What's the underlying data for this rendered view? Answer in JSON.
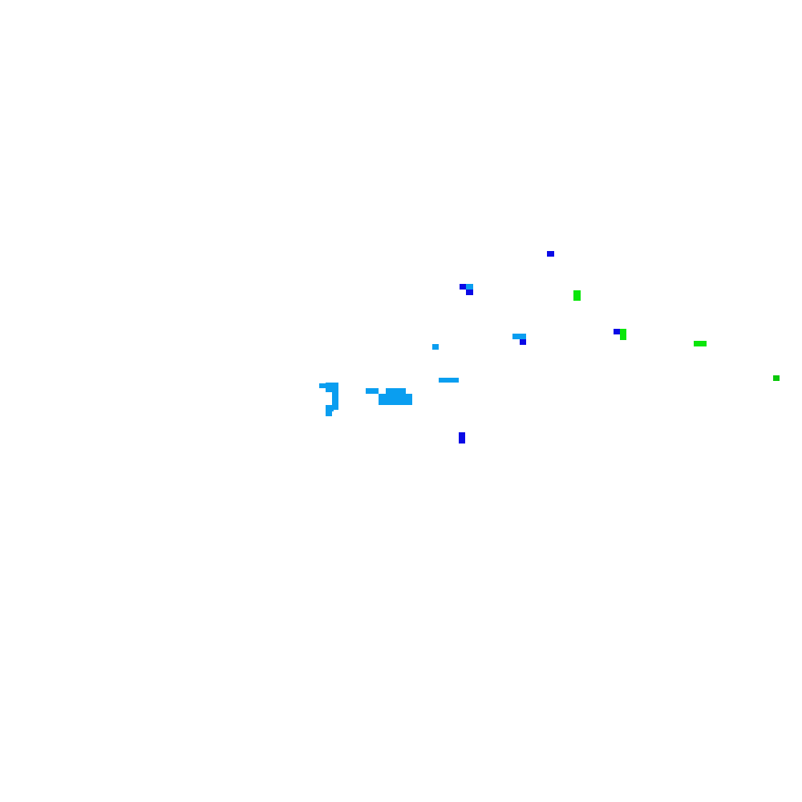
{
  "colors": {
    "background": "#ffffff",
    "light_blue": "#0a9ef0",
    "dark_blue": "#0a0ae6",
    "green": "#0ae60a",
    "dark_green": "#0ac80a"
  },
  "clusters": [
    {
      "name": "light-blue-cluster",
      "color_key": "light_blue"
    },
    {
      "name": "dark-blue-cluster",
      "color_key": "dark_blue"
    },
    {
      "name": "green-cluster",
      "color_key": "green"
    },
    {
      "name": "dark-green-cluster",
      "color_key": "dark_green"
    }
  ]
}
